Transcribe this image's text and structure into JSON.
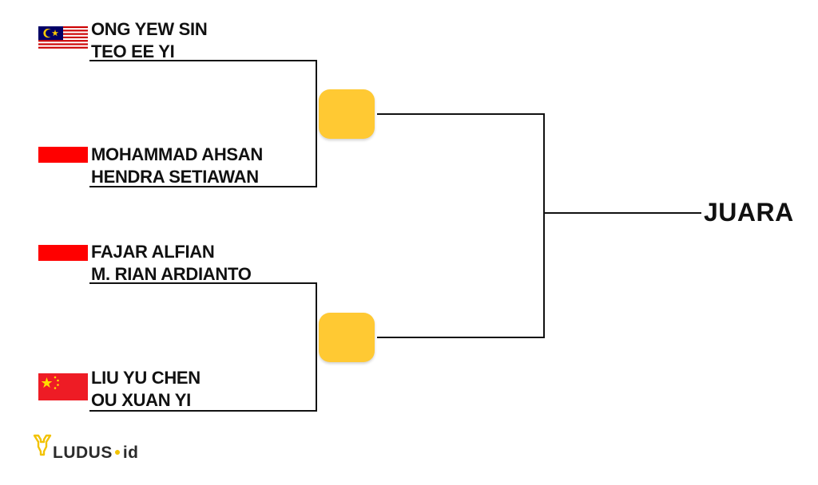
{
  "bracket": {
    "match1": {
      "team_top": {
        "player1": "ONG YEW SIN",
        "player2": "TEO EE YI",
        "flag": "malaysia-flag"
      },
      "team_bottom": {
        "player1": "MOHAMMAD AHSAN",
        "player2": "HENDRA SETIAWAN",
        "flag": "indonesia-flag"
      }
    },
    "match2": {
      "team_top": {
        "player1": "FAJAR ALFIAN",
        "player2": "M. RIAN ARDIANTO",
        "flag": "indonesia-flag"
      },
      "team_bottom": {
        "player1": "LIU YU CHEN",
        "player2": "OU XUAN YI",
        "flag": "china-flag"
      }
    },
    "champion_label": "JUARA"
  },
  "logo": {
    "brand": "LUDUS",
    "suffix": "id",
    "icon": "ludus-logo-icon"
  },
  "colors": {
    "line": "#111111",
    "winner_slot": "#FFC933",
    "indonesia_red": "#FF0000",
    "china_red": "#EE1C25",
    "china_star": "#FFDE00",
    "malaysia_blue": "#010066",
    "malaysia_red": "#CC0001",
    "malaysia_yellow": "#FFCC00",
    "logo_yellow": "#F2C200"
  }
}
